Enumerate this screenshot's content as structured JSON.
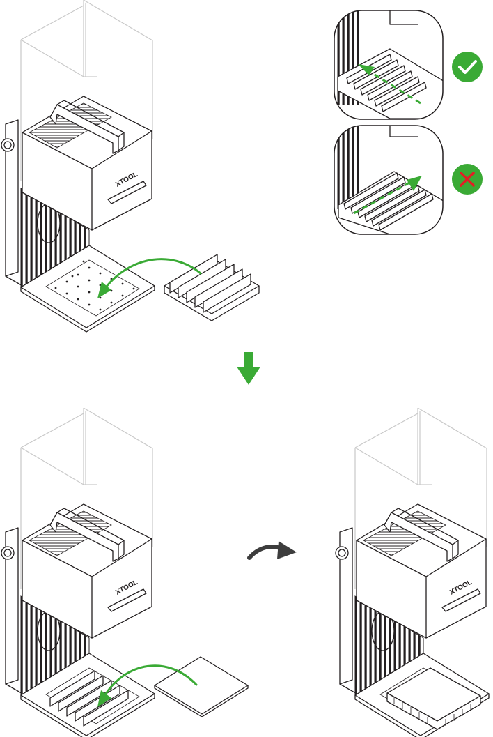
{
  "brand_text": "XTOOL",
  "colors": {
    "accent_green": "#3aaa35",
    "error_red": "#e31e24",
    "line": "#231f20",
    "glass": "#c9c9c9"
  },
  "panels": {
    "step1": {
      "device_label": "XTOOL"
    },
    "step2": {
      "device_label": "XTOOL"
    },
    "step3": {
      "device_label": "XTOOL"
    }
  },
  "callouts": {
    "correct_icon": "checkmark-icon",
    "wrong_icon": "cross-icon"
  },
  "arrows": {
    "down_arrow_icon": "arrow-down-icon",
    "curved_arrow_icon": "curved-arrow-right-icon"
  }
}
